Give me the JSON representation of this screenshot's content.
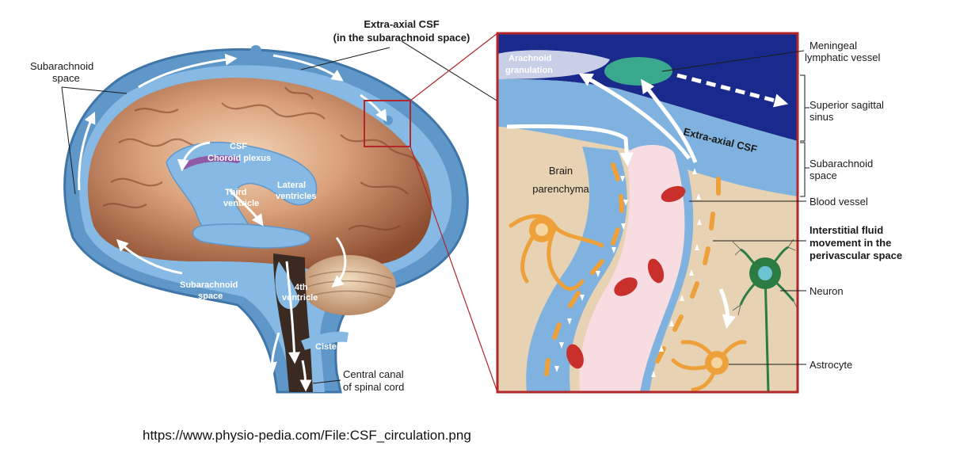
{
  "title": {
    "line1": "Extra-axial CSF",
    "line2": "(in the subarachnoid space)"
  },
  "brain_labels": {
    "subarachnoid_top": [
      "Subarachnoid",
      "space"
    ],
    "csf": "CSF",
    "choroid_plexus": "Choroid plexus",
    "third_ventricle": [
      "Third",
      "ventricle"
    ],
    "lateral_ventricles": [
      "Lateral",
      "ventricles"
    ],
    "subarachnoid_bottom": [
      "Subarachnoid",
      "space"
    ],
    "fourth_ventricle": [
      "4th",
      "ventricle"
    ],
    "cistern": "Cistern",
    "central_canal": [
      "Central canal",
      "of spinal cord"
    ]
  },
  "inset_labels": {
    "arachnoid_granulation": [
      "Arachnoid",
      "granulation"
    ],
    "brain_parenchyma": [
      "Brain",
      "parenchyma"
    ],
    "extra_axial_csf": "Extra-axial CSF"
  },
  "right_labels": {
    "meningeal": [
      "Meningeal",
      "lymphatic vessel"
    ],
    "superior_sagittal": [
      "Superior sagittal",
      "sinus"
    ],
    "subarachnoid": [
      "Subarachnoid",
      "space"
    ],
    "blood_vessel": "Blood vessel",
    "interstitial": [
      "Interstitial fluid",
      "movement in the",
      "perivascular space"
    ],
    "neuron": "Neuron",
    "astrocyte": "Astrocyte"
  },
  "source_url": "https://www.physio-pedia.com/File:CSF_circulation.png",
  "colors": {
    "csf_blue": "#7fb2de",
    "inset_border": "#b3262a",
    "sinus_navy": "#1a2a8c",
    "lymphatic_teal": "#3aa88c",
    "parenchyma_tan": "#e7d3b3",
    "vessel_pink": "#f7dde2",
    "rbc_red": "#c9302c",
    "astrocyte_orange": "#eea03b",
    "neuron_green": "#2b7b43"
  }
}
